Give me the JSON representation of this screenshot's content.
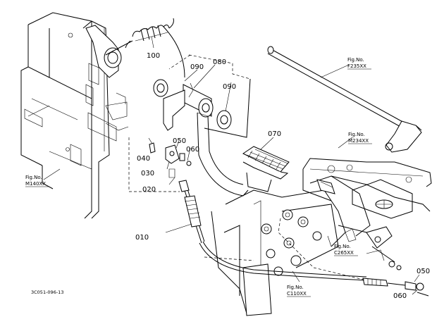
{
  "diagram": {
    "document_id": "3C051-096-13",
    "callouts": [
      {
        "id": "c100",
        "label": "100"
      },
      {
        "id": "c090a",
        "label": "090"
      },
      {
        "id": "c080",
        "label": "080"
      },
      {
        "id": "c090b",
        "label": "090"
      },
      {
        "id": "c070",
        "label": "070"
      },
      {
        "id": "c040",
        "label": "040"
      },
      {
        "id": "c050a",
        "label": "050"
      },
      {
        "id": "c060a",
        "label": "060"
      },
      {
        "id": "c030",
        "label": "030"
      },
      {
        "id": "c020",
        "label": "020"
      },
      {
        "id": "c010",
        "label": "010"
      },
      {
        "id": "c050b",
        "label": "050"
      },
      {
        "id": "c060b",
        "label": "060"
      }
    ],
    "figure_refs": [
      {
        "id": "f235",
        "line1": "Fig.No.",
        "line2": "F235XX"
      },
      {
        "id": "m234",
        "line1": "Fig.No.",
        "line2": "M234XX"
      },
      {
        "id": "m140",
        "line1": "Fig.No.",
        "line2": "M140XX"
      },
      {
        "id": "c265",
        "line1": "Fig.No.",
        "line2": "C265XX"
      },
      {
        "id": "c110",
        "line1": "Fig.No.",
        "line2": "C110XX"
      }
    ]
  }
}
